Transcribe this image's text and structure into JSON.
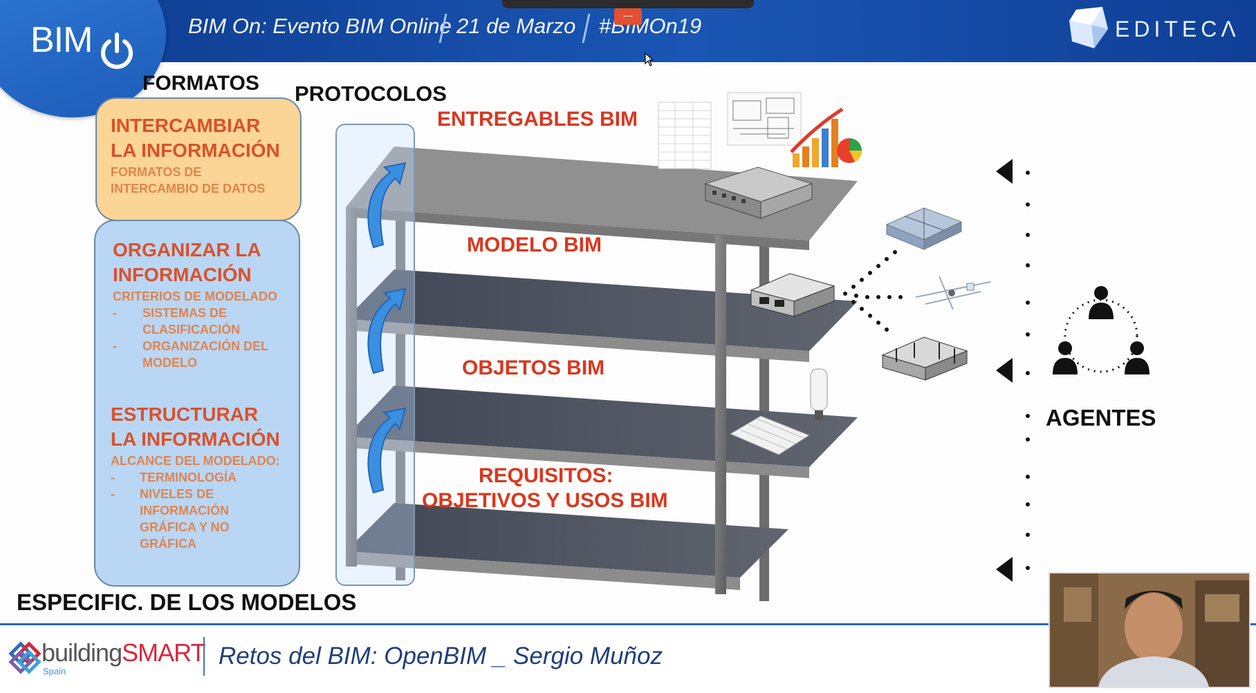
{
  "header": {
    "logo_text": "BIM",
    "event_name": "BIM On: Evento BIM Online",
    "event_date": "21 de Marzo",
    "hashtag": "#BIMOn19",
    "brand": "EDITECΛ",
    "window_button": "---"
  },
  "slide": {
    "formatos_label": "FORMATOS",
    "protocolos_label": "PROTOCOLOS",
    "especific_label": "ESPECIFIC. DE LOS MODELOS",
    "agentes_label": "AGENTES",
    "orange_box": {
      "title_line1": "INTERCAMBIAR",
      "title_line2": "LA INFORMACIÓN",
      "sub_line1": "FORMATOS DE",
      "sub_line2": "INTERCAMBIO DE DATOS"
    },
    "blue_box": {
      "organize_line1": "ORGANIZAR LA",
      "organize_line2": "INFORMACIÓN",
      "criteria": "CRITERIOS DE MODELADO",
      "bullet_dash": "-",
      "org_item1_line1": "SISTEMAS DE",
      "org_item1_line2": "CLASIFICACIÓN",
      "org_item2_line1": "ORGANIZACIÓN DEL",
      "org_item2_line2": "MODELO",
      "structure_line1": "ESTRUCTURAR",
      "structure_line2": "LA INFORMACIÓN",
      "scope": "ALCANCE DEL MODELADO:",
      "str_item1": "TERMINOLOGÍA",
      "str_item2_line1": "NIVELES DE",
      "str_item2_line2": "INFORMACIÓN",
      "str_item2_line3": "GRÁFICA Y NO",
      "str_item2_line4": "GRÁFICA"
    },
    "shelf_labels": {
      "entregables": "ENTREGABLES BIM",
      "modelo": "MODELO BIM",
      "objetos": "OBJETOS BIM",
      "requisitos_line1": "REQUISITOS:",
      "requisitos_line2": "OBJETIVOS Y USOS BIM"
    }
  },
  "footer": {
    "brand_building": "building",
    "brand_smart": "SMART",
    "brand_region": "Spain",
    "title": "Retos del BIM: OpenBIM _  Sergio Muñoz"
  },
  "colors": {
    "header_blue": "#1a56b4",
    "label_red": "#d8381f",
    "box_orange": "#fbd595",
    "box_blue": "#b9d6f4"
  }
}
